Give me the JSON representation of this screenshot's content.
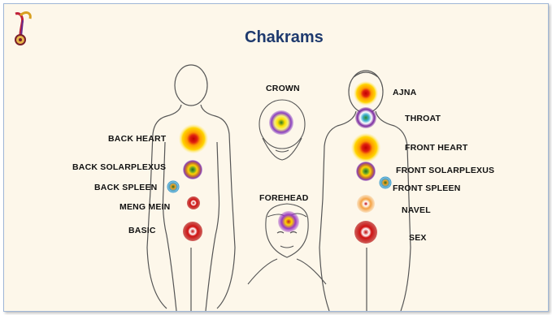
{
  "slide": {
    "title": "Chakrams",
    "labels": {
      "back_heart": "BACK HEART",
      "back_solarplexus": "BACK SOLARPLEXUS",
      "back_spleen": "BACK SPLEEN",
      "meng_mein": "MENG MEIN",
      "basic": "BASIC",
      "crown": "CROWN",
      "forehead": "FOREHEAD",
      "ajna": "AJNA",
      "throat": "THROAT",
      "front_heart": "FRONT HEART",
      "front_solarplexus": "FRONT SOLARPLEXUS",
      "front_spleen": "FRONT SPLEEN",
      "navel": "NAVEL",
      "sex": "SEX"
    }
  },
  "colors": {
    "title": "#1e3a6e",
    "background": "#fdf7ea",
    "outline": "#555555"
  }
}
